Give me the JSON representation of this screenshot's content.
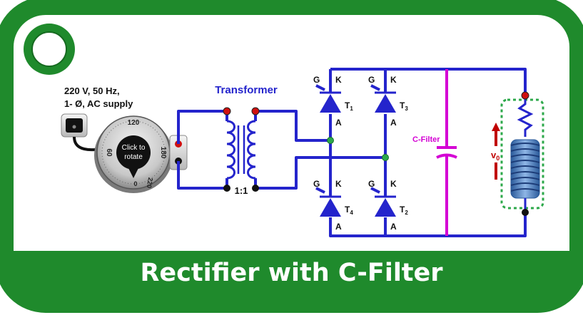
{
  "title": "Rectifier with C-Filter",
  "supply": {
    "line1": "220 V, 50 Hz,",
    "line2": "1- Ø, AC supply"
  },
  "knob": {
    "label_line1": "Click to",
    "label_line2": "rotate",
    "scale": [
      "120",
      "60",
      "180",
      "0",
      "220"
    ]
  },
  "transformer": {
    "label": "Transformer",
    "ratio": "1:1"
  },
  "thyristors": [
    {
      "name": "T",
      "sub": "1"
    },
    {
      "name": "T",
      "sub": "3"
    },
    {
      "name": "T",
      "sub": "4"
    },
    {
      "name": "T",
      "sub": "2"
    }
  ],
  "terminals": {
    "gate": "G",
    "cathode": "K",
    "anode": "A"
  },
  "filter": {
    "label": "C-Filter"
  },
  "output": {
    "label": "v",
    "sub": "0"
  },
  "colors": {
    "frame": "#1f8a2c",
    "wire": "#2424cc",
    "capacitor": "#d400d4",
    "coil": "#5a8ac8",
    "arrow": "#c00000",
    "dot_positive": "#d01010",
    "node": "#2ca84a"
  }
}
